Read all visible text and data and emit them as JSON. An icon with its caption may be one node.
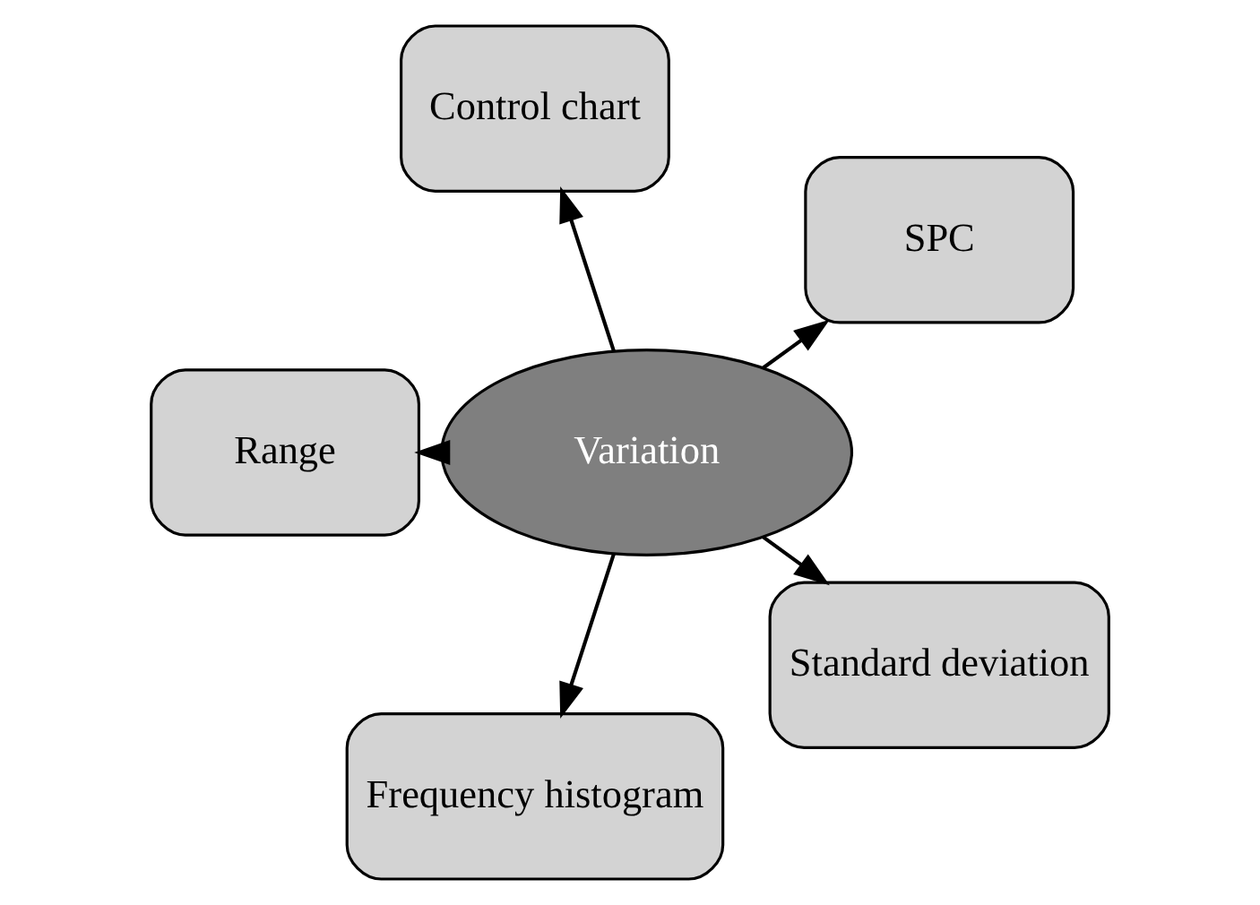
{
  "diagram": {
    "nodes": [
      {
        "text": [
          "Variation"
        ]
      },
      {
        "text": [
          "SPC"
        ]
      },
      {
        "text": [
          "Control chart"
        ]
      },
      {
        "text": [
          "Range"
        ]
      },
      {
        "text": [
          "Frequency histogram"
        ]
      },
      {
        "text": [
          "Standard deviation"
        ]
      }
    ],
    "edges": [
      {
        "from": 0,
        "to": 1,
        "arrow": "to"
      },
      {
        "from": 0,
        "to": 2,
        "arrow": "to"
      },
      {
        "from": 0,
        "to": 3,
        "arrow": "to"
      },
      {
        "from": 0,
        "to": 4,
        "arrow": "to"
      },
      {
        "from": 0,
        "to": 5,
        "arrow": "to"
      }
    ]
  }
}
